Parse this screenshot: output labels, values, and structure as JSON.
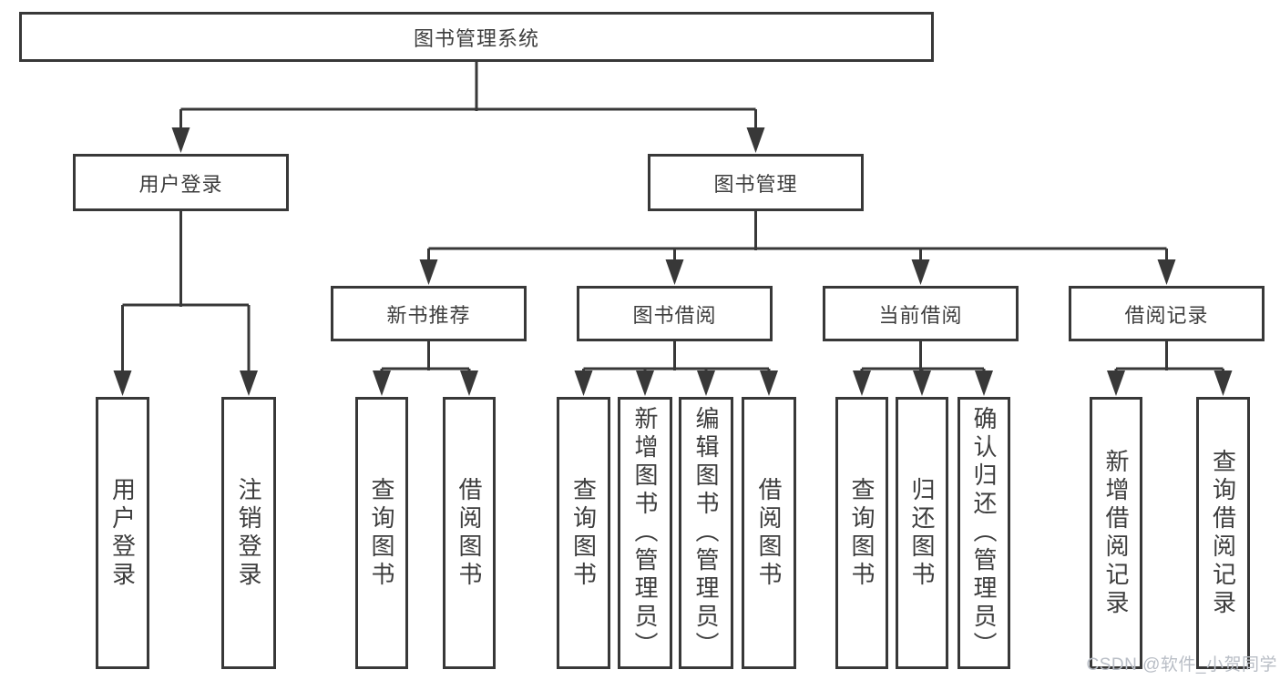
{
  "colors": {
    "line": "#383838",
    "text": "#3d3d3d",
    "watermark": "#b9bec6",
    "background": "#ffffff"
  },
  "watermark": {
    "text": "CSDN @软件_小贺同学"
  },
  "tree": {
    "root": {
      "label": "图书管理系统",
      "children": [
        {
          "label": "用户登录",
          "children": [
            {
              "label": "用户登录"
            },
            {
              "label": "注销登录"
            }
          ]
        },
        {
          "label": "图书管理",
          "children": [
            {
              "label": "新书推荐",
              "children": [
                {
                  "label": "查询图书"
                },
                {
                  "label": "借阅图书"
                }
              ]
            },
            {
              "label": "图书借阅",
              "children": [
                {
                  "label": "查询图书"
                },
                {
                  "label": "新增图书（管理员）"
                },
                {
                  "label": "编辑图书（管理员）"
                },
                {
                  "label": "借阅图书"
                }
              ]
            },
            {
              "label": "当前借阅",
              "children": [
                {
                  "label": "查询图书"
                },
                {
                  "label": "归还图书"
                },
                {
                  "label": "确认归还（管理员）"
                }
              ]
            },
            {
              "label": "借阅记录",
              "children": [
                {
                  "label": "新增借阅记录"
                },
                {
                  "label": "查询借阅记录"
                }
              ]
            }
          ]
        }
      ]
    }
  }
}
